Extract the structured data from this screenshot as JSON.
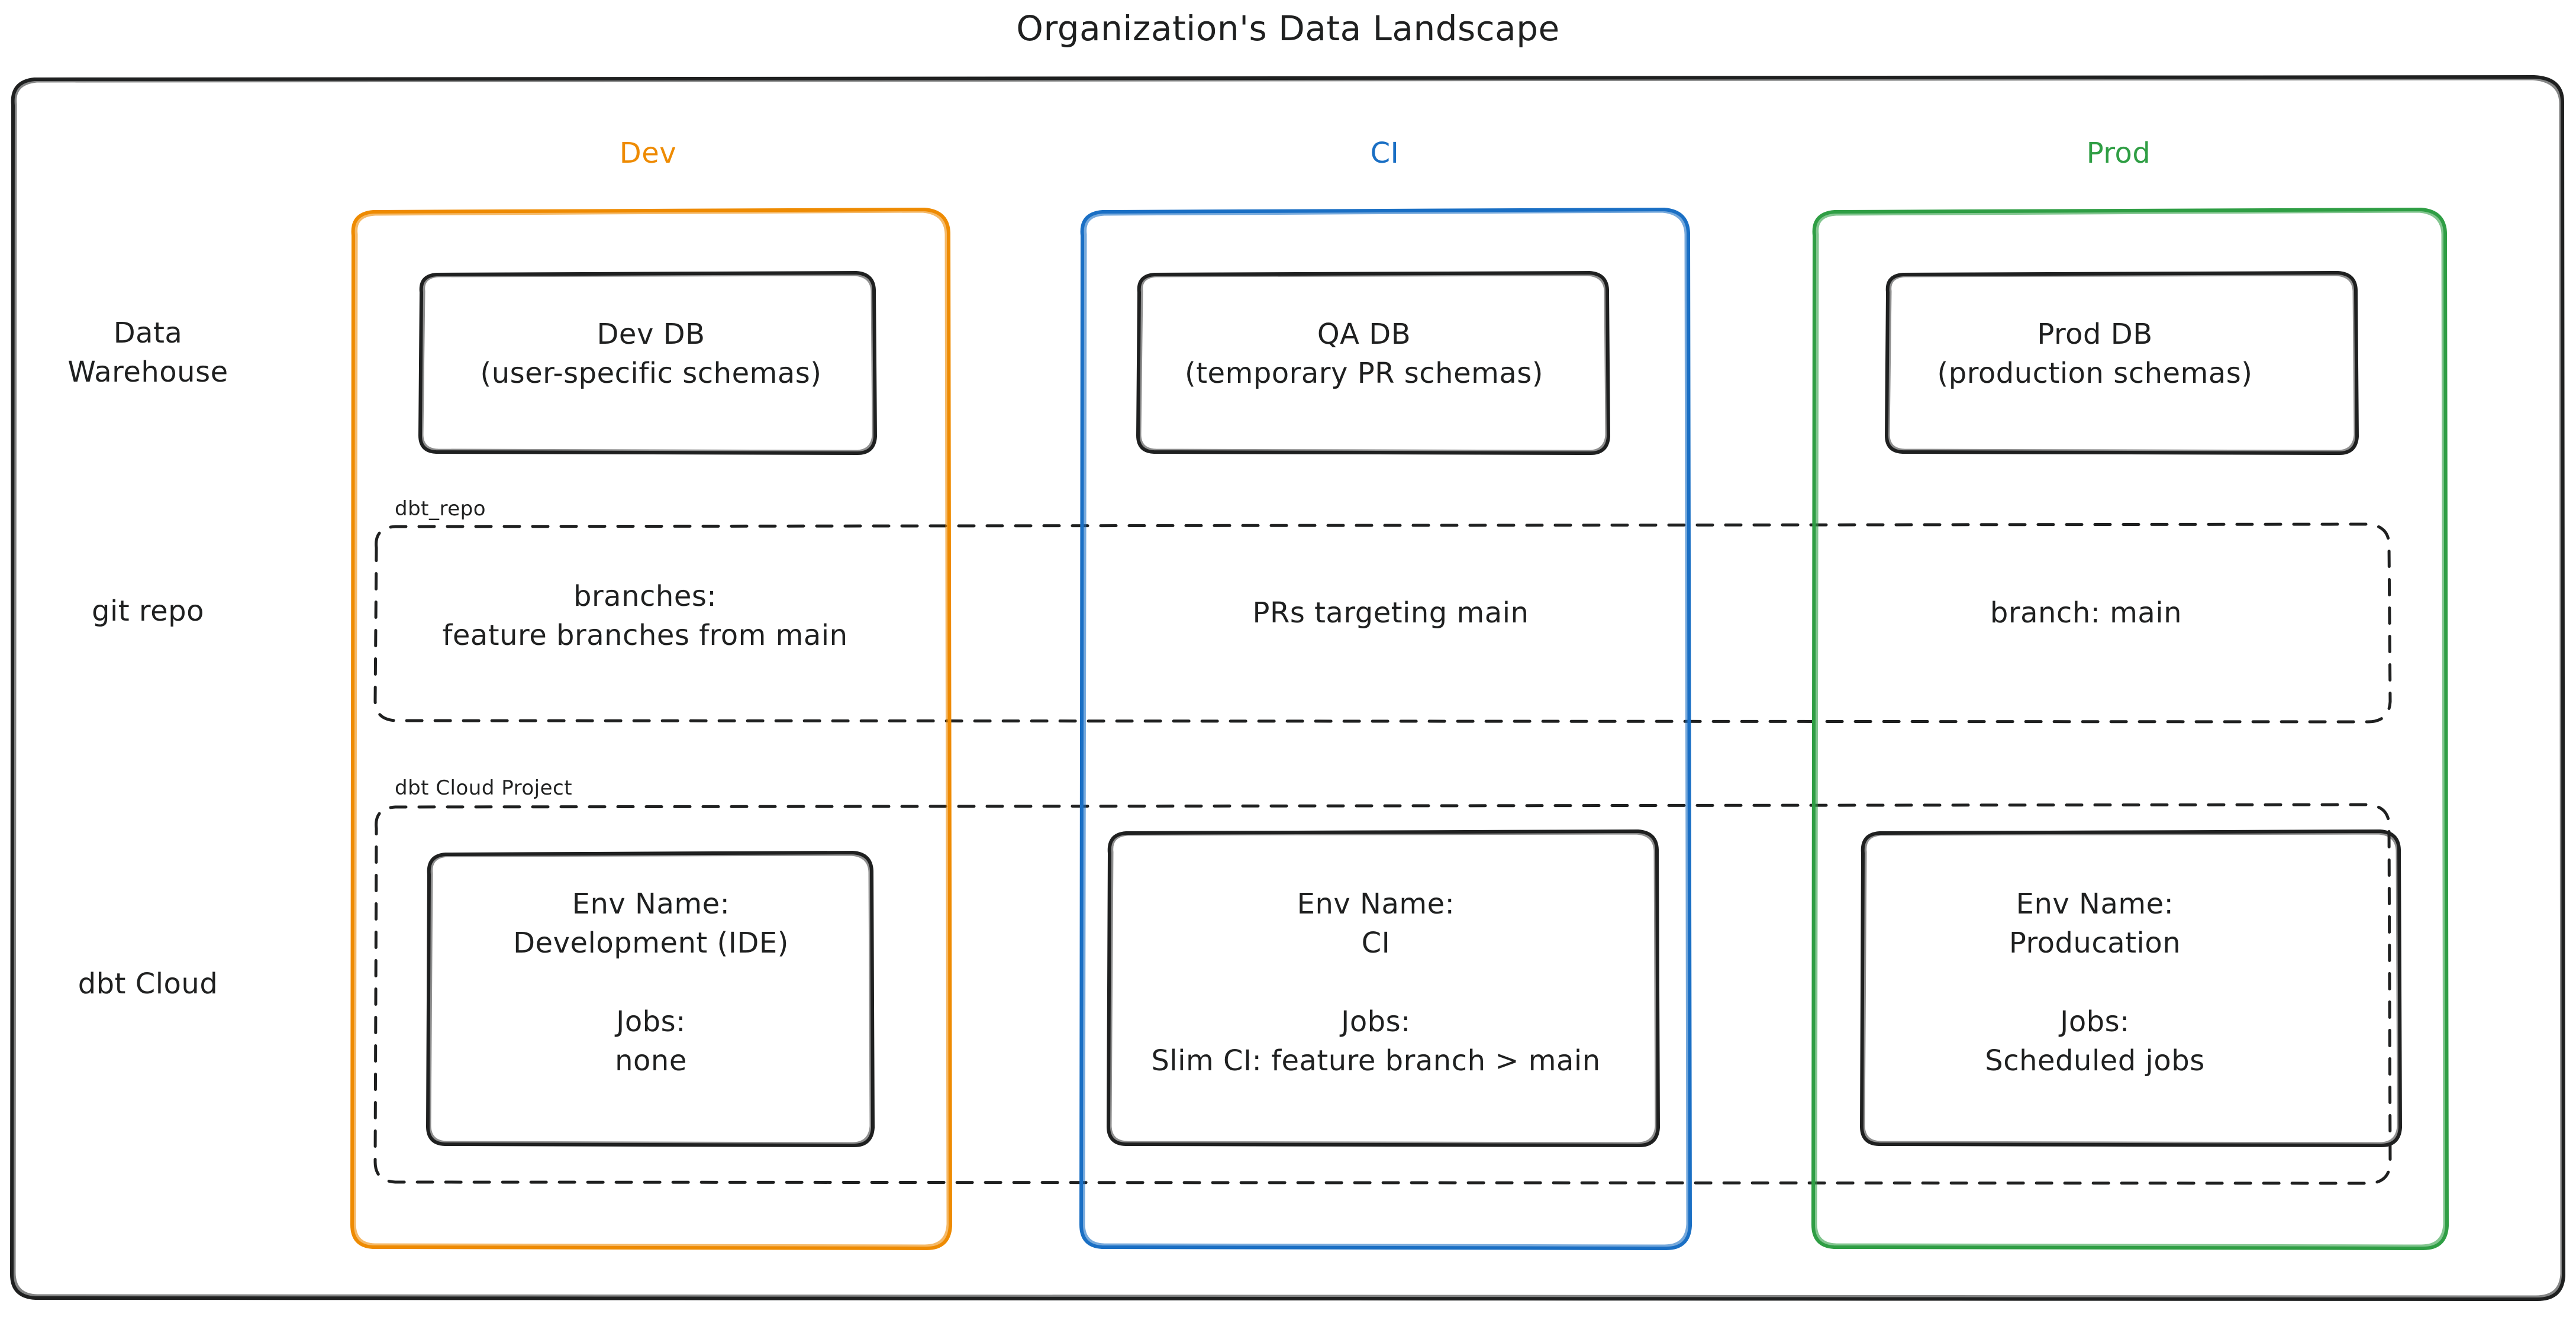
{
  "diagram": {
    "title": "Organization's Data Landscape",
    "style": "hand-drawn"
  },
  "columns": [
    {
      "id": "dev",
      "label": "Dev",
      "color": "#ee8b02"
    },
    {
      "id": "ci",
      "label": "CI",
      "color": "#1a6fc4"
    },
    {
      "id": "prod",
      "label": "Prod",
      "color": "#2f9e44"
    }
  ],
  "rows": [
    {
      "id": "data-warehouse",
      "label": "Data\nWarehouse"
    },
    {
      "id": "git-repo",
      "label": "git repo"
    },
    {
      "id": "dbt-cloud",
      "label": "dbt Cloud"
    }
  ],
  "groups": [
    {
      "id": "dbt-repo",
      "label": "dbt_repo"
    },
    {
      "id": "dbt-cloud-project",
      "label": "dbt Cloud Project"
    }
  ],
  "nodes": {
    "data_warehouse": {
      "dev": "Dev DB\n(user-specific schemas)",
      "ci": "QA DB\n(temporary PR schemas)",
      "prod": "Prod DB\n(production schemas)"
    },
    "git_repo": {
      "dev": "branches:\nfeature branches from main",
      "ci": "PRs targeting main",
      "prod": "branch: main"
    },
    "dbt_cloud": {
      "dev": "Env Name:\nDevelopment (IDE)\n\nJobs:\nnone",
      "ci": "Env Name:\nCI\n\nJobs:\nSlim CI: feature branch > main",
      "prod": "Env Name:\nProducation\n\nJobs:\nScheduled jobs"
    }
  },
  "colors": {
    "stroke": "#1f2020",
    "background": "#ffffff",
    "dev": "#ee8b02",
    "ci": "#1a6fc4",
    "prod": "#2f9e44",
    "dashed": "#1f2020"
  }
}
